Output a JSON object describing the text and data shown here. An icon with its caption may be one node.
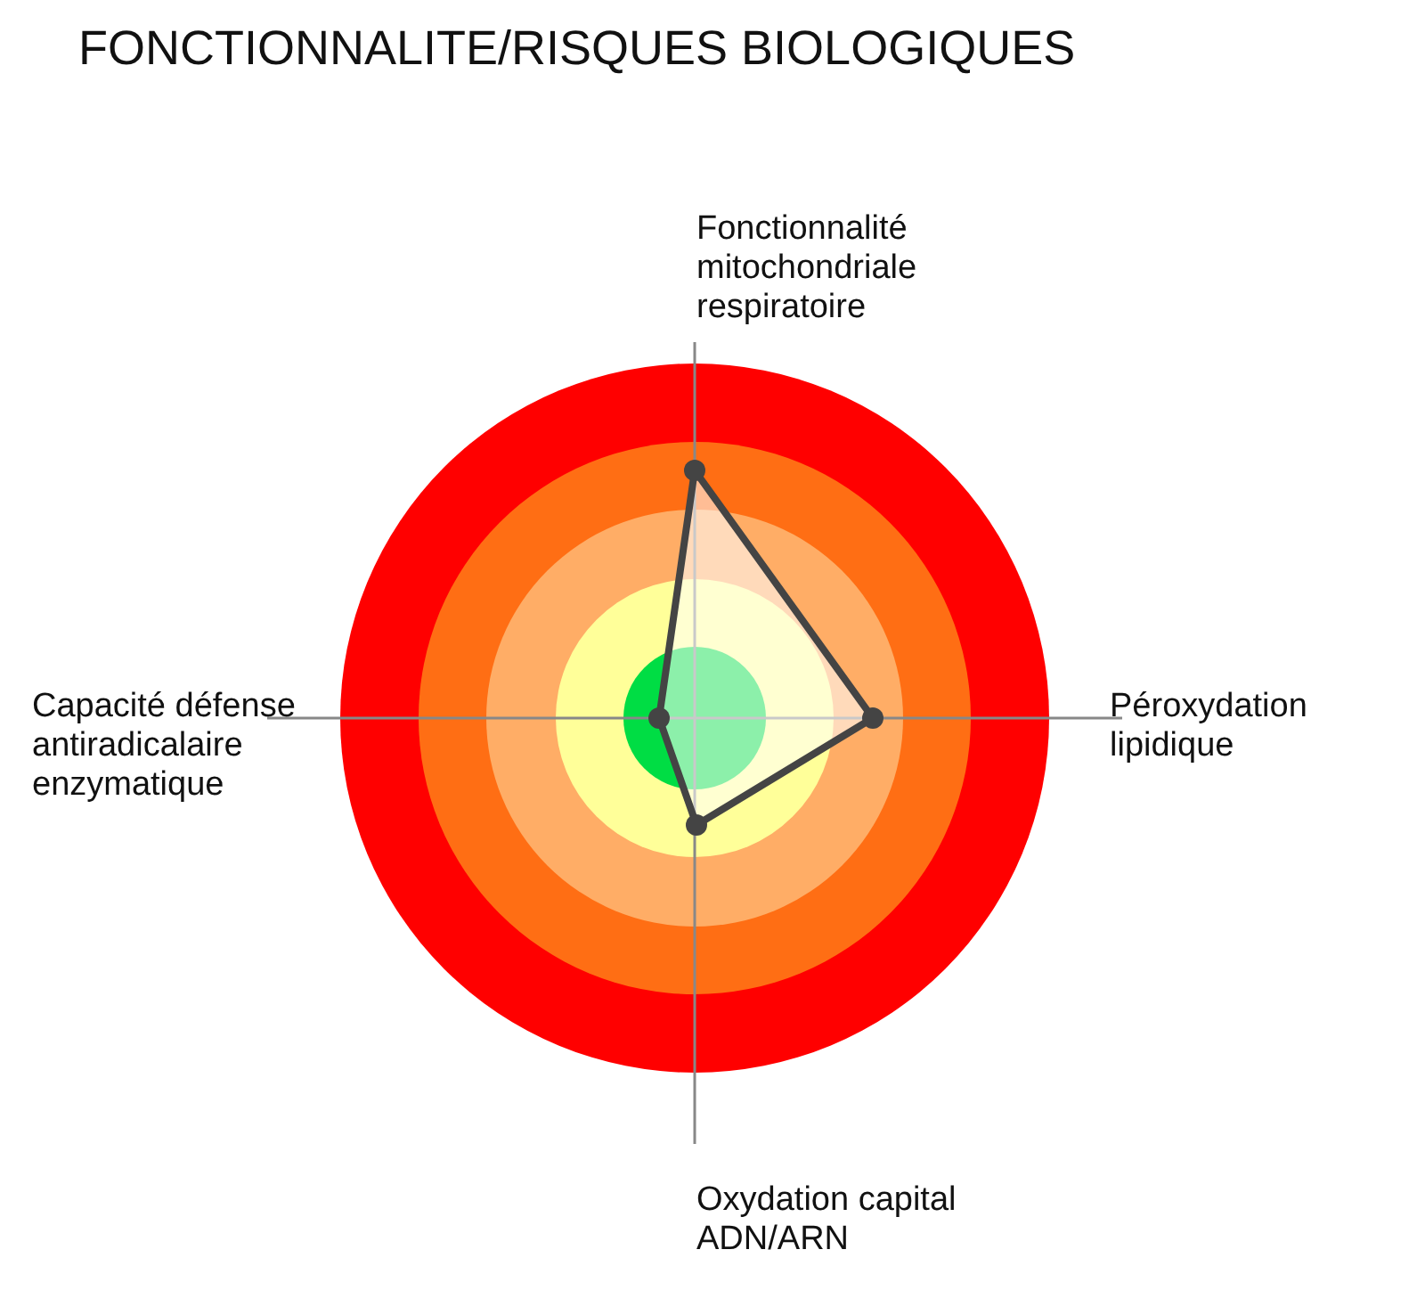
{
  "diagram": {
    "title": "FONCTIONNALITE/RISQUES BIOLOGIQUES",
    "labels": [
      "Fonctionnalité mitochondriale respiratoire",
      "Capacité défense antiradicalaire enzymatique",
      "Péroxydation lipidique",
      "Oxydation capital ADN/ARN"
    ]
  }
}
